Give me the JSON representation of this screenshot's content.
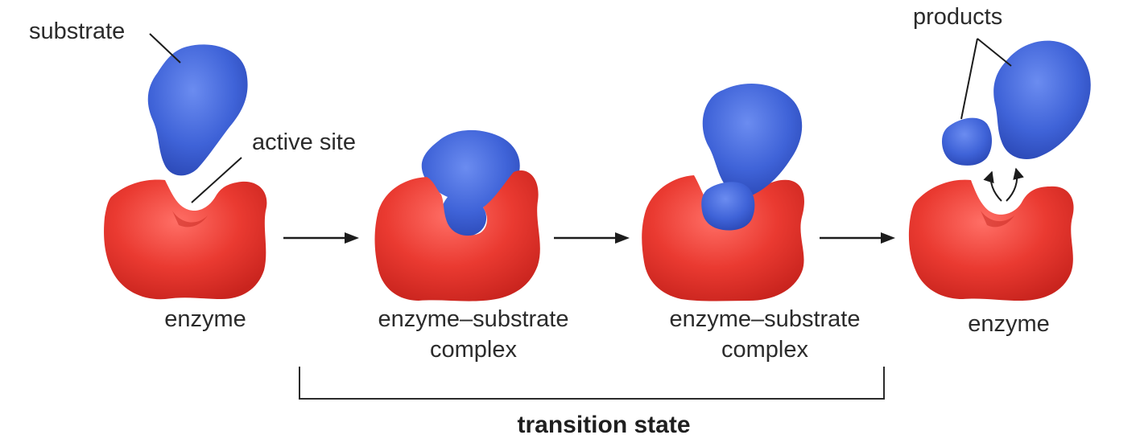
{
  "labels": {
    "substrate": "substrate",
    "active_site": "active site",
    "products": "products",
    "stage1": "enzyme",
    "stage2_line1": "enzyme–substrate",
    "stage2_line2": "complex",
    "stage3_line1": "enzyme–substrate",
    "stage3_line2": "complex",
    "stage4": "enzyme",
    "bracket": "transition state"
  },
  "colors": {
    "enzyme": "#e8352e",
    "enzyme_light": "#ff7a70",
    "enzyme_dark": "#c5221d",
    "substrate": "#3d63d6",
    "substrate_light": "#6f8ff0",
    "substrate_dark": "#2a4bb8",
    "ink": "#1c1c1c"
  }
}
